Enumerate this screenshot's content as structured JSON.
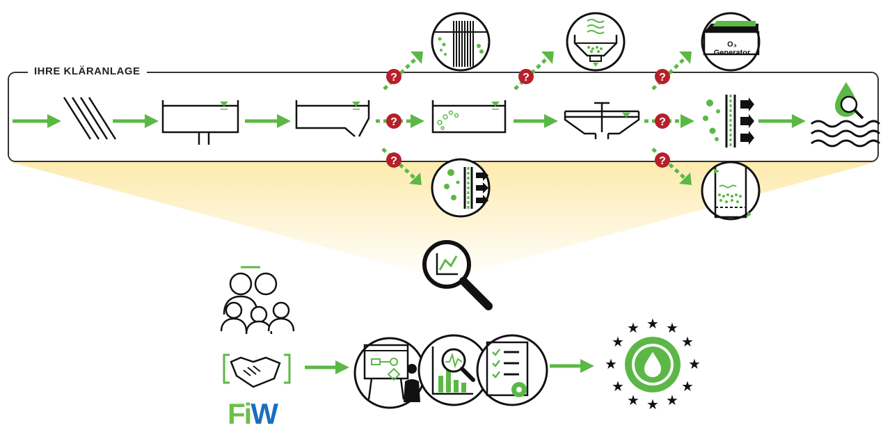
{
  "frame": {
    "label": "IHRE KLÄRANLAGE"
  },
  "unknown_marker": {
    "text": "?",
    "color": "#b5202b"
  },
  "ozone": {
    "symbol": "O₃",
    "word": "Generator"
  },
  "logo": {
    "part1": "Fi",
    "part2": "W",
    "color1": "#6cc04a",
    "color2": "#1a6ec0"
  },
  "colors": {
    "accent": "#5cb846",
    "ink": "#111111",
    "glow": "#fde9a8"
  },
  "icons": {
    "main_row": [
      "inflow-arrow-icon",
      "screen-rake-icon",
      "primary-clarifier-icon",
      "sludge-tank-icon",
      "activated-sludge-tank-icon",
      "secondary-clarifier-icon",
      "membrane-filter-icon",
      "clean-water-icon"
    ],
    "upgrades": [
      "drum-screen-icon",
      "sand-filter-icon",
      "ozone-generator-icon",
      "membrane-bioreactor-icon",
      "granular-filter-icon"
    ],
    "consulting": [
      "expert-team-icon",
      "handshake-icon",
      "analysis-magnifier-icon",
      "planning-presentation-icon",
      "data-analysis-icon",
      "checklist-settings-icon",
      "quality-seal-icon"
    ]
  }
}
